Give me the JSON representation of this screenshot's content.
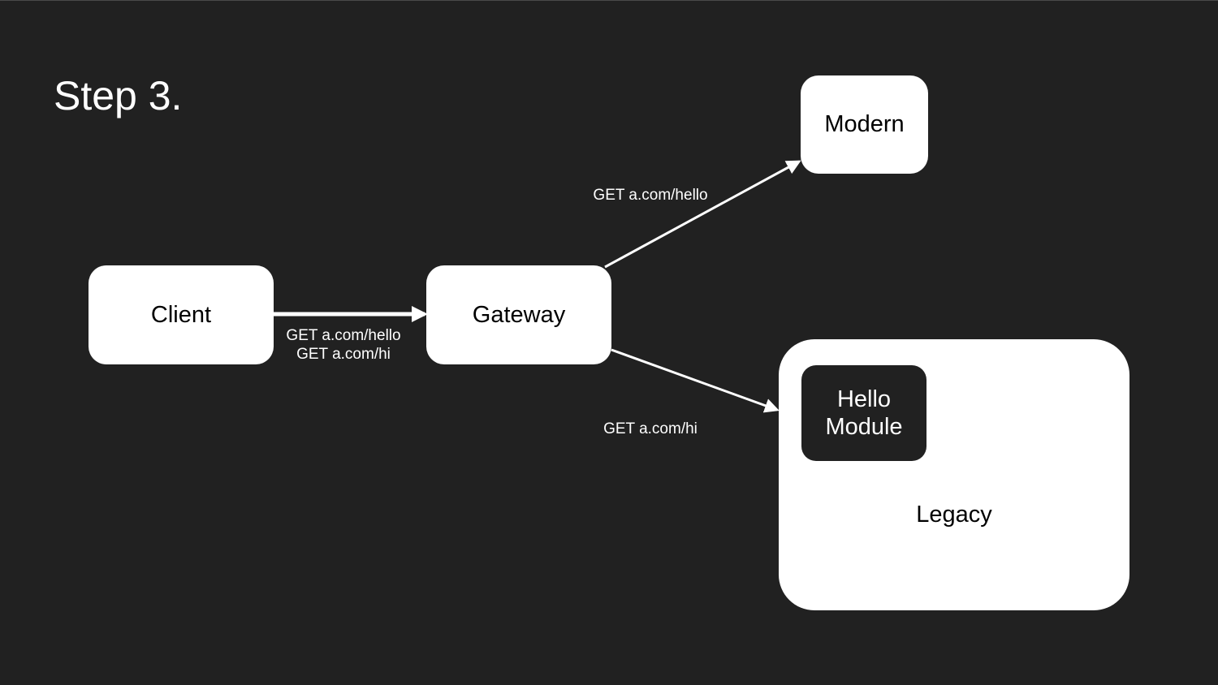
{
  "title": "Step 3.",
  "nodes": {
    "client": "Client",
    "gateway": "Gateway",
    "modern": "Modern",
    "legacy": "Legacy",
    "hello_module": "Hello\nModule"
  },
  "edges": {
    "client_to_gateway": [
      "GET a.com/hello",
      "GET a.com/hi"
    ],
    "gateway_to_modern": "GET a.com/hello",
    "gateway_to_legacy": "GET a.com/hi"
  },
  "colors": {
    "background": "#212121",
    "node_fill": "#ffffff",
    "text_dark": "#000000",
    "text_light": "#ffffff"
  }
}
